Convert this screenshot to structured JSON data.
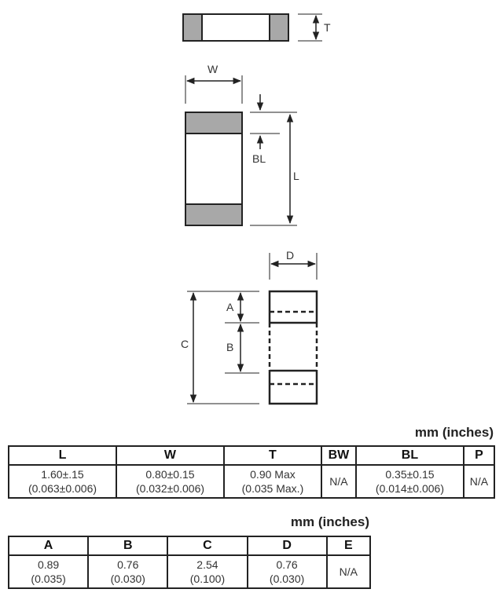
{
  "diagram": {
    "labels": {
      "T": "T",
      "W": "W",
      "BL": "BL",
      "L": "L",
      "D": "D",
      "A": "A",
      "B": "B",
      "C": "C"
    },
    "colors": {
      "termination": "#a8a8a8",
      "outline": "#222222",
      "dimension_line": "#222222"
    }
  },
  "table1": {
    "units": "mm (inches)",
    "headers": [
      "L",
      "W",
      "T",
      "BW",
      "BL",
      "P"
    ],
    "row": [
      [
        "1.60±.15",
        "(0.063±0.006)"
      ],
      [
        "0.80±0.15",
        "(0.032±0.006)"
      ],
      [
        "0.90 Max",
        "(0.035 Max.)"
      ],
      [
        "N/A"
      ],
      [
        "0.35±0.15",
        "(0.014±0.006)"
      ],
      [
        "N/A"
      ]
    ]
  },
  "table2": {
    "units": "mm (inches)",
    "headers": [
      "A",
      "B",
      "C",
      "D",
      "E"
    ],
    "row": [
      [
        "0.89",
        "(0.035)"
      ],
      [
        "0.76",
        "(0.030)"
      ],
      [
        "2.54",
        "(0.100)"
      ],
      [
        "0.76",
        "(0.030)"
      ],
      [
        "N/A"
      ]
    ]
  }
}
